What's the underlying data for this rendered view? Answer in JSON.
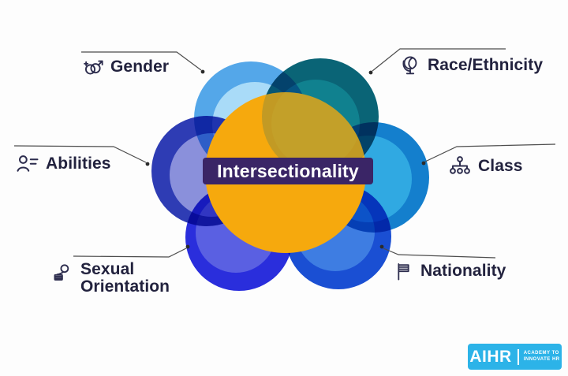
{
  "diagram_title": "Intersectionality",
  "center": {
    "label": "Intersectionality",
    "circle_color": "#F6A90D",
    "band_color": "#3A2566",
    "band_text_color": "#FFFFFF"
  },
  "categories": {
    "gender": {
      "label": "Gender",
      "icon": "gender-symbols-icon"
    },
    "race_ethnicity": {
      "label": "Race/Ethnicity",
      "icon": "globe-icon"
    },
    "abilities": {
      "label": "Abilities",
      "icon": "person-list-icon"
    },
    "class": {
      "label": "Class",
      "icon": "hierarchy-icon"
    },
    "sexual_orientation": {
      "label": "Sexual Orientation",
      "icon": "person-flag-icon"
    },
    "nationality": {
      "label": "Nationality",
      "icon": "flag-icon"
    }
  },
  "petals": {
    "gender": {
      "outer_color": "#54A7E9",
      "inner_color": "#A9DBF8"
    },
    "race_ethnicity": {
      "outer_color": "#0A6476",
      "inner_color": "#10818F"
    },
    "abilities": {
      "outer_color": "#2E3CB4",
      "inner_color": "#8A90DB"
    },
    "class": {
      "outer_color": "#147FCD",
      "inner_color": "#30A9E2"
    },
    "sexual_orientation": {
      "outer_color": "#2A2EDC",
      "inner_color": "#5A60E2"
    },
    "nationality": {
      "outer_color": "#1A4FD3",
      "inner_color": "#3E7DE2"
    }
  },
  "logo": {
    "brand": "AIHR",
    "tagline_line1": "ACADEMY TO",
    "tagline_line2": "INNOVATE HR",
    "bg_color": "#2CB3E8",
    "text_color": "#FFFFFF"
  },
  "styles": {
    "label_text_color": "#22223E",
    "callout_line_color": "#4D4D4D",
    "background": "#FDFDFD"
  }
}
